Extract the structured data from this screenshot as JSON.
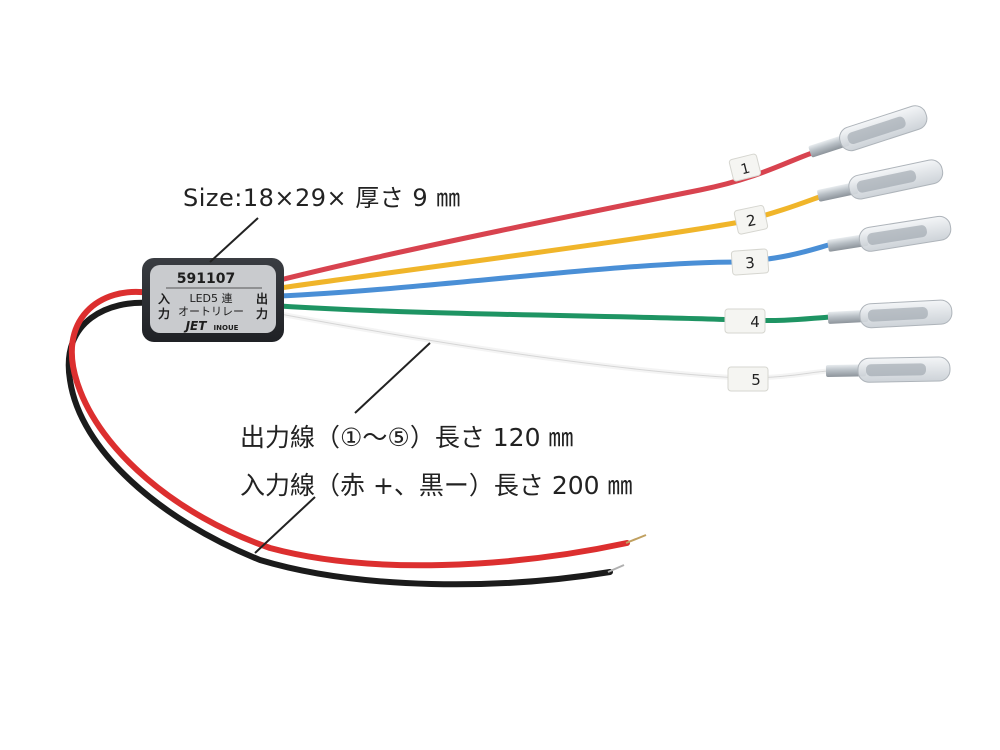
{
  "labels": {
    "size": "Size:18×29× 厚さ 9 ㎜",
    "output_wires": "出力線（①～⑤）長さ 120 ㎜",
    "input_wires": "入力線（赤 +、黒ー）長さ 200 ㎜"
  },
  "module": {
    "part_number": "591107",
    "line1": "LED5 連",
    "line2": "オートリレー",
    "input_side": "入力",
    "output_side": "出力",
    "brand": "JET",
    "brand_suffix": "INOUE",
    "body_color": "#2b2d31",
    "plate_color": "#c9cbce"
  },
  "output_wires": [
    {
      "tag": "1",
      "color": "#d8434f"
    },
    {
      "tag": "2",
      "color": "#f0b52a"
    },
    {
      "tag": "3",
      "color": "#4a8fd6"
    },
    {
      "tag": "4",
      "color": "#1e9463"
    },
    {
      "tag": "5",
      "color": "#f4f4f4"
    }
  ],
  "input_wires": [
    {
      "polarity": "+",
      "color": "#dc2f2f"
    },
    {
      "polarity": "-",
      "color": "#1b1b1b"
    }
  ]
}
